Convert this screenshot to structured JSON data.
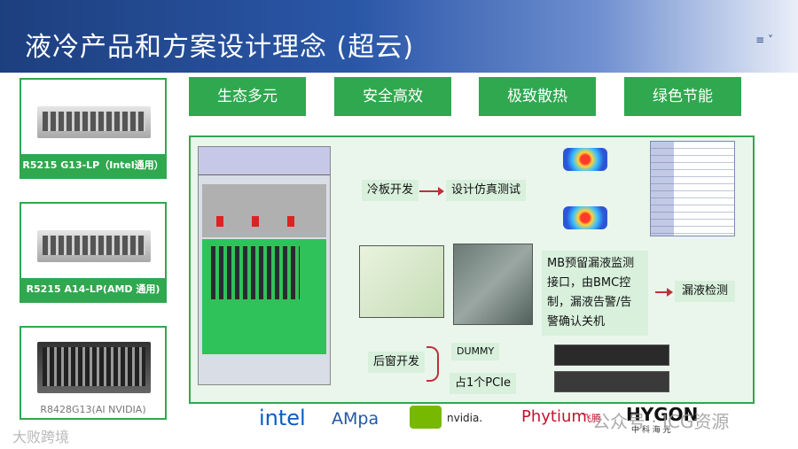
{
  "header": {
    "title": "液冷产品和方案设计理念 (超云)",
    "menu": "≡ ˅"
  },
  "products": [
    {
      "caption": "R5215 G13-LP（Intel通用）"
    },
    {
      "caption": "R5215 A14-LP(AMD 通用)"
    },
    {
      "caption": "R8428G13(AI NVIDIA)"
    }
  ],
  "pillars": [
    "生态多元",
    "安全高效",
    "极致散热",
    "绿色节能"
  ],
  "flow": {
    "cold_plate": "冷板开发",
    "simulation": "设计仿真测试",
    "mb_text": "MB预留漏液监测接口，由BMC控制，漏液告警/告警确认关机",
    "leak_detect": "漏液检测",
    "rear_window": "后窗开发",
    "dummy": "DUMMY",
    "pcie": "占1个PCIe"
  },
  "logos": {
    "intel": "intel",
    "ampere": "AMpa",
    "nvidia": "nvidia.",
    "phytium": "Phytium",
    "phytium_cn": "飞腾",
    "hygon": "HYGON",
    "hygon_cn": "中 科 海 光"
  },
  "watermarks": {
    "left": "大败跨境",
    "right": "公众号 · ICG资源"
  },
  "colors": {
    "brand_green": "#2fa84f",
    "header_blue": "#2b57a8",
    "arrow_red": "#c0303a"
  }
}
